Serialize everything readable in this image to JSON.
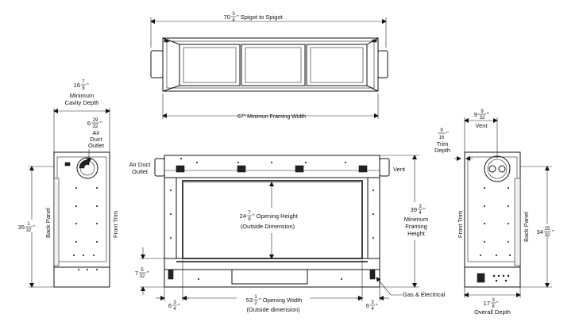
{
  "labels": {
    "spigot": {
      "whole": "70",
      "num": "3",
      "den": "4",
      "text": "\" Spigot to Spigot"
    },
    "framing_width": "67\" Minimun Framing Width",
    "cavity": {
      "whole": "16",
      "num": "7",
      "den": "8",
      "unit": "\"",
      "line1": "Minimum",
      "line2": "Cavity Depth"
    },
    "air_duct_side": {
      "whole": "6",
      "num": "29",
      "den": "32",
      "unit": "\"",
      "line1": "Air",
      "line2": "Duct",
      "line3": "Outlet"
    },
    "air_duct_front": {
      "line1": "Air Duct",
      "line2": "Outlet"
    },
    "vent_front": "Vent",
    "left_height": {
      "whole": "35",
      "num": "1",
      "den": "32",
      "unit": "\""
    },
    "back_panel_left": "Back Panel",
    "front_trim_left": "Front Trim",
    "opening_height": {
      "whole": "24",
      "num": "7",
      "den": "8",
      "text": "\" Opening Height",
      "line2": "(Outside Dimension)"
    },
    "framing_height": {
      "whole": "39",
      "num": "3",
      "den": "4",
      "unit": "\"",
      "line1": "Minimum",
      "line2": "Framing",
      "line3": "Height"
    },
    "bottom_gap": {
      "whole": "7",
      "num": "5",
      "den": "32",
      "unit": "\""
    },
    "opening_width": {
      "whole": "53",
      "num": "1",
      "den": "2",
      "text": "\" Opening Width",
      "line2": "(Outside dimension)"
    },
    "left_offset": {
      "whole": "6",
      "num": "3",
      "den": "4",
      "unit": "\""
    },
    "right_offset": {
      "whole": "6",
      "num": "3",
      "den": "4",
      "unit": "\""
    },
    "gas_electrical": "Gas & Electrical",
    "vent_side": {
      "whole": "9",
      "num": "9",
      "den": "32",
      "unit": "\"",
      "line1": "Vent"
    },
    "trim_depth": {
      "num": "9",
      "den": "16",
      "unit": "\"",
      "line1": "Trim",
      "line2": "Depth"
    },
    "front_trim_right": "Front Trim",
    "back_panel_right": "Back Panel",
    "right_height": {
      "whole": "34",
      "num": "25",
      "den": "32",
      "unit": "\""
    },
    "overall_depth": {
      "whole": "17",
      "num": "3",
      "den": "8",
      "text": "\"",
      "line2": "Overall Depth"
    }
  }
}
